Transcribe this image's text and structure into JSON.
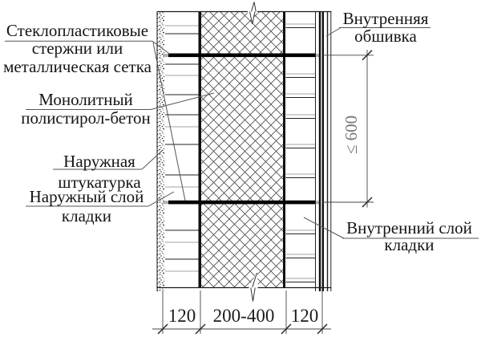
{
  "labels": {
    "left": [
      {
        "lines": [
          "Стеклопластиковые",
          "стержни или",
          "металлическая сетка"
        ]
      },
      {
        "lines": [
          "Монолитный",
          "полистирол-бетон"
        ]
      },
      {
        "lines": [
          "Наружная",
          "штукатурка"
        ]
      },
      {
        "lines": [
          "Наружный слой",
          "кладки"
        ]
      }
    ],
    "right": [
      {
        "lines": [
          "Внутренняя",
          "обшивка"
        ]
      },
      {
        "lines": [
          "Внутренний слой",
          "кладки"
        ]
      }
    ]
  },
  "dimensions": {
    "bottom_segments": [
      "120",
      "200-400",
      "120"
    ],
    "vertical_spacing": "≤ 600"
  },
  "colors": {
    "ink": "#1a1a1a",
    "leader": "#555555",
    "joint_gray": "#a3a3a3",
    "vertical_dim_text": "#777777",
    "background": "#ffffff"
  }
}
